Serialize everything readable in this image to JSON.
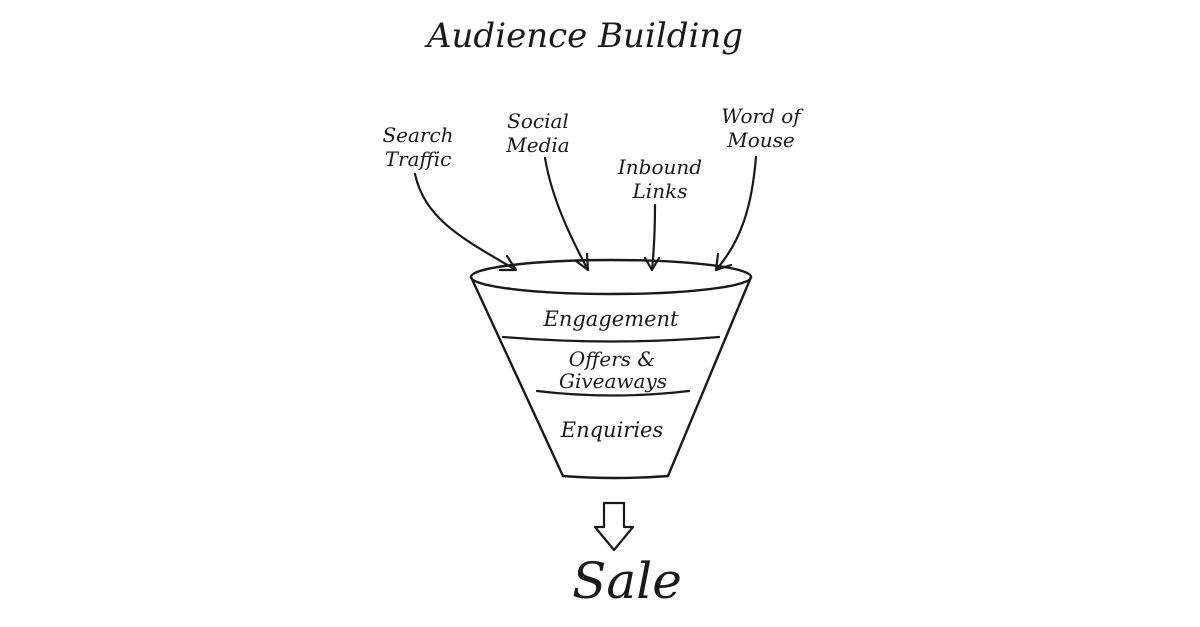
{
  "diagram": {
    "title": "Audience Building",
    "sources": [
      {
        "line1": "Search",
        "line2": "Traffic"
      },
      {
        "line1": "Social",
        "line2": "Media"
      },
      {
        "line1": "Inbound",
        "line2": "Links"
      },
      {
        "line1": "Word of",
        "line2": "Mouse"
      }
    ],
    "funnel_stages": [
      {
        "line1": "Engagement"
      },
      {
        "line1": "Offers &",
        "line2": "Giveaways"
      },
      {
        "line1": "Enquiries"
      }
    ],
    "outcome": "Sale",
    "ink_color": "#1a1a1a"
  }
}
